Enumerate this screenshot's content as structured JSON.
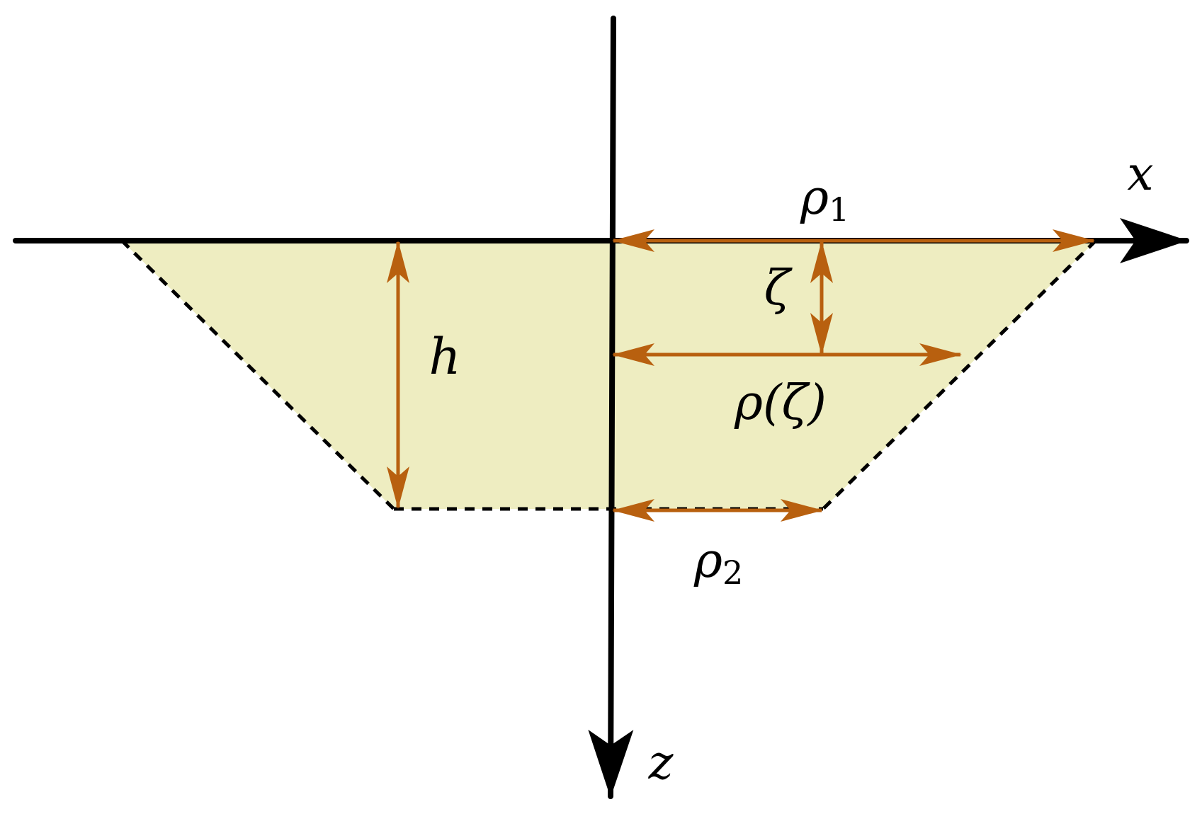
{
  "colors": {
    "fill": "#eeedc1",
    "dimension": "#b8600f",
    "axis": "#000000",
    "outline": "#000000"
  },
  "labels": {
    "x_axis": "x",
    "z_axis": "z",
    "rho1": {
      "symbol": "ρ",
      "sub": "1"
    },
    "rho2": {
      "symbol": "ρ",
      "sub": "2"
    },
    "rho_zeta": "ρ(ζ)",
    "zeta": "ζ",
    "h": "h"
  }
}
